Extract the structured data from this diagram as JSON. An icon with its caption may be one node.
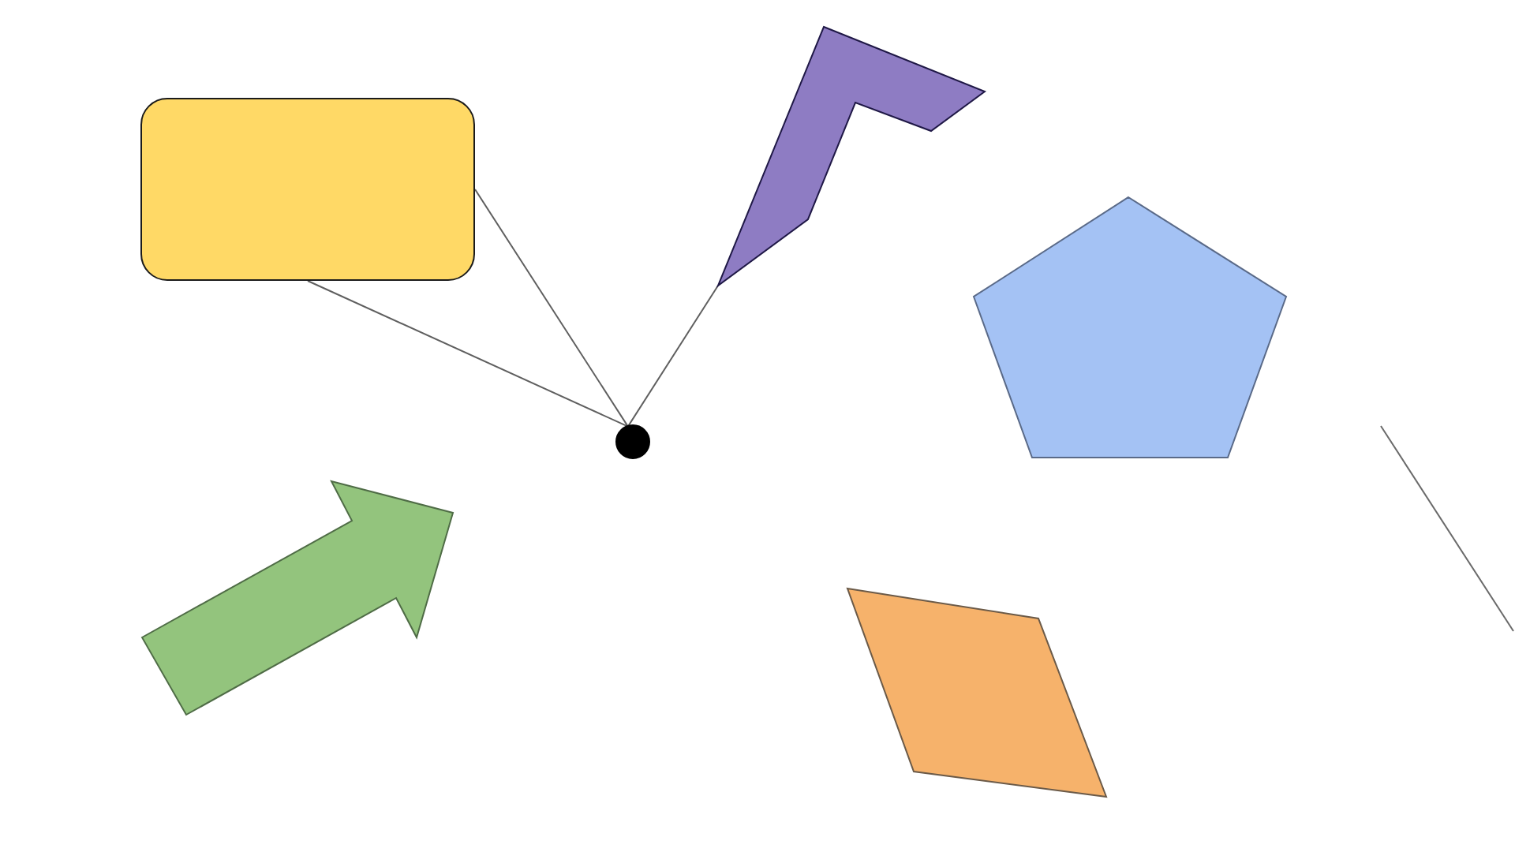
{
  "diagram": {
    "nodes": [
      {
        "text": [],
        "shape": "box"
      },
      {
        "text": [],
        "shape": "chevron"
      },
      {
        "text": [],
        "shape": "circle"
      },
      {
        "text": [],
        "shape": "pentagon"
      },
      {
        "text": [],
        "shape": "arrow"
      },
      {
        "text": [],
        "shape": "parallelogram"
      }
    ],
    "edges": [
      {
        "from": 2,
        "to": 0,
        "arrow": "none"
      },
      {
        "from": 2,
        "to": 0,
        "arrow": "none"
      },
      {
        "from": 2,
        "to": 1,
        "arrow": "none"
      }
    ]
  }
}
